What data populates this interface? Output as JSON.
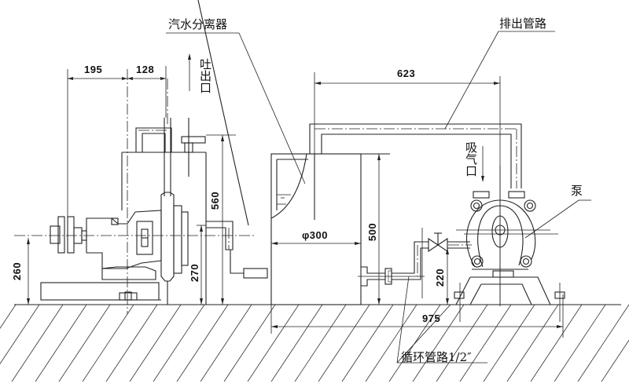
{
  "labels": {
    "separator": "汽水分离器",
    "discharge_pipe": "排出管路",
    "pump": "泵",
    "outlet": "吐出口",
    "suction": "吸气口",
    "circulation_pipe": "循环管路1/2″"
  },
  "dimensions": {
    "d195": "195",
    "d128": "128",
    "d623": "623",
    "d560": "560",
    "d260": "260",
    "d270": "270",
    "d300": "φ300",
    "d500": "500",
    "d220": "220",
    "d975": "975"
  }
}
